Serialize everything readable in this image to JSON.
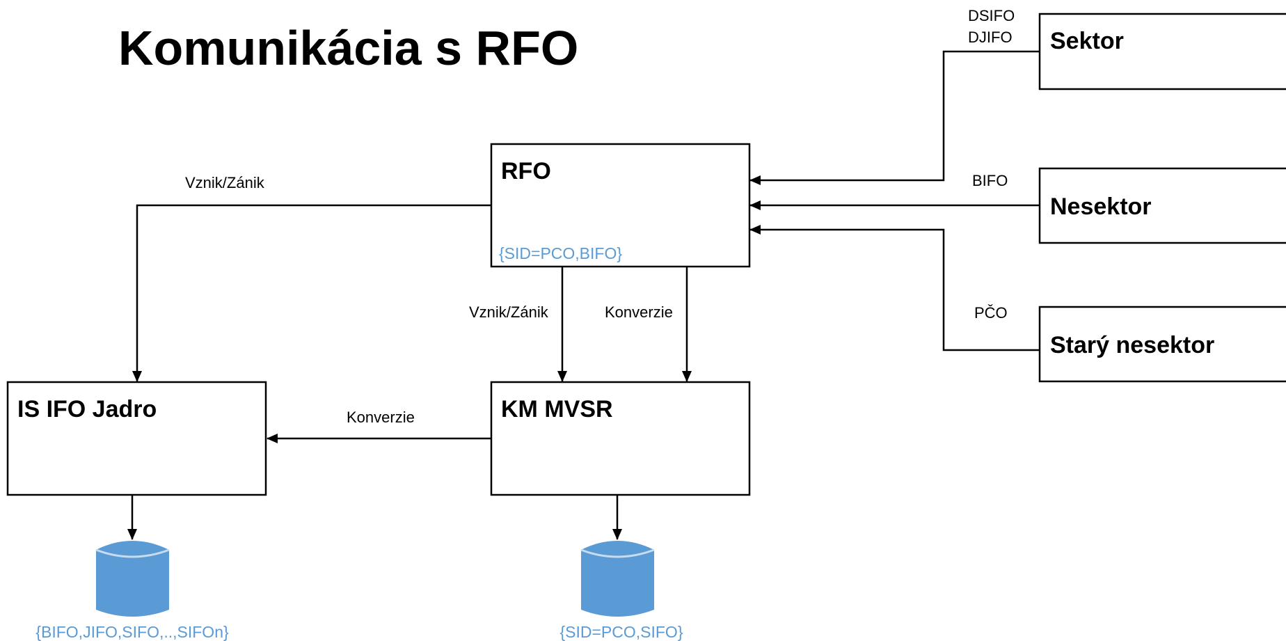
{
  "title": "Komunikácia s RFO",
  "boxes": {
    "rfo": {
      "label": "RFO",
      "note": "{SID=PCO,BIFO}"
    },
    "km_mvsr": {
      "label": "KM MVSR"
    },
    "is_ifo_jadro": {
      "label": "IS IFO Jadro"
    },
    "sektor": {
      "label": "Sektor"
    },
    "nesektor": {
      "label": "Nesektor"
    },
    "stary_nesektor": {
      "label": "Starý nesektor"
    }
  },
  "edges": {
    "rfo_to_jadro": "Vznik/Zánik",
    "rfo_to_km_vznik": "Vznik/Zánik",
    "rfo_to_km_konverzie": "Konverzie",
    "km_to_jadro": "Konverzie",
    "sektor_line1": "DSIFO",
    "sektor_line2": "DJIFO",
    "nesektor": "BIFO",
    "stary_nesektor": "PČO"
  },
  "databases": {
    "jadro_db": {
      "label": "{BIFO,JIFO,SIFO,..,SIFOn}"
    },
    "km_db": {
      "label": "{SID=PCO,SIFO}"
    }
  },
  "colors": {
    "accent": "#5b9bd5",
    "line": "#000000"
  }
}
